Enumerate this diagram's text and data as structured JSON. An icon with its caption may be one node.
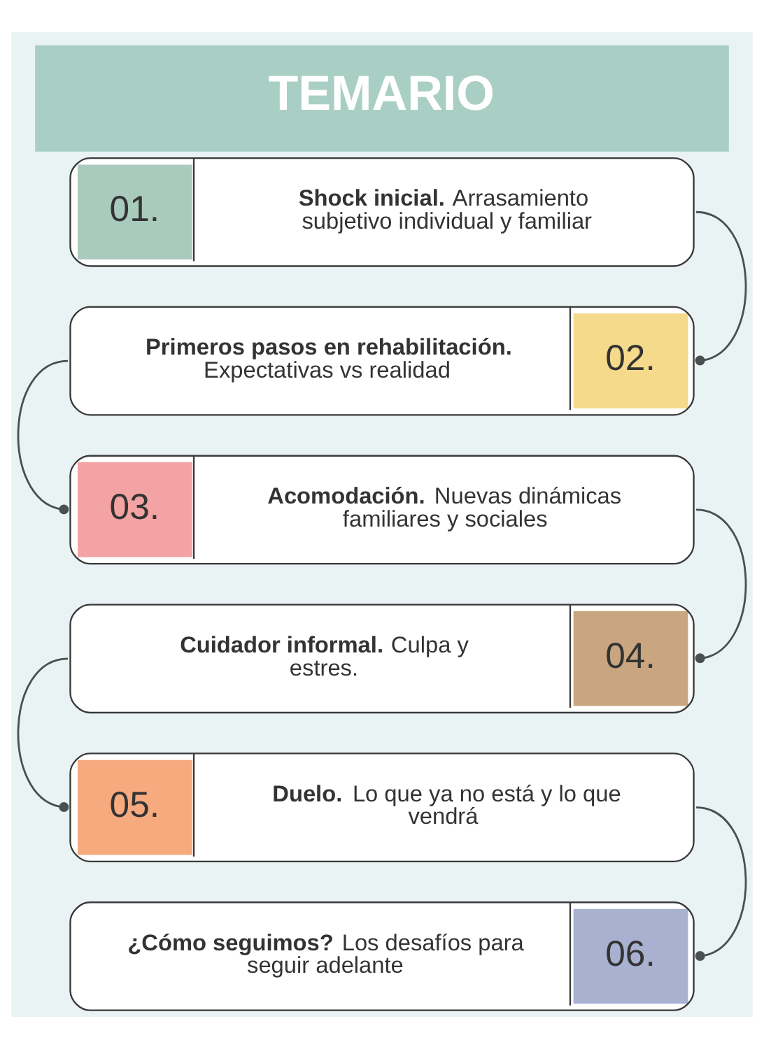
{
  "diagram": {
    "title": "TEMARIO",
    "nodes": [
      {
        "text": [
          "01.",
          "**Shock inicial.** Arrasamiento subjetivo individual y familiar"
        ]
      },
      {
        "text": [
          "**Primeros pasos en rehabilitación.** Expectativas vs realidad",
          "02."
        ]
      },
      {
        "text": [
          "03.",
          "**Acomodación.** Nuevas dinámicas familiares y sociales"
        ]
      },
      {
        "text": [
          "**Cuidador informal.** Culpa y estres.",
          "04."
        ]
      },
      {
        "text": [
          "05.",
          "**Duelo.** Lo que ya no está y lo que vendrá"
        ]
      },
      {
        "text": [
          "**¿Cómo seguimos?** Los desafíos para seguir adelante",
          "06."
        ]
      }
    ],
    "edges": [
      {
        "from": 0,
        "to": 1,
        "arrow": "other"
      },
      {
        "from": 1,
        "to": 2,
        "arrow": "other"
      },
      {
        "from": 2,
        "to": 3,
        "arrow": "other"
      },
      {
        "from": 3,
        "to": 4,
        "arrow": "other"
      },
      {
        "from": 4,
        "to": 5,
        "arrow": "other"
      }
    ]
  }
}
